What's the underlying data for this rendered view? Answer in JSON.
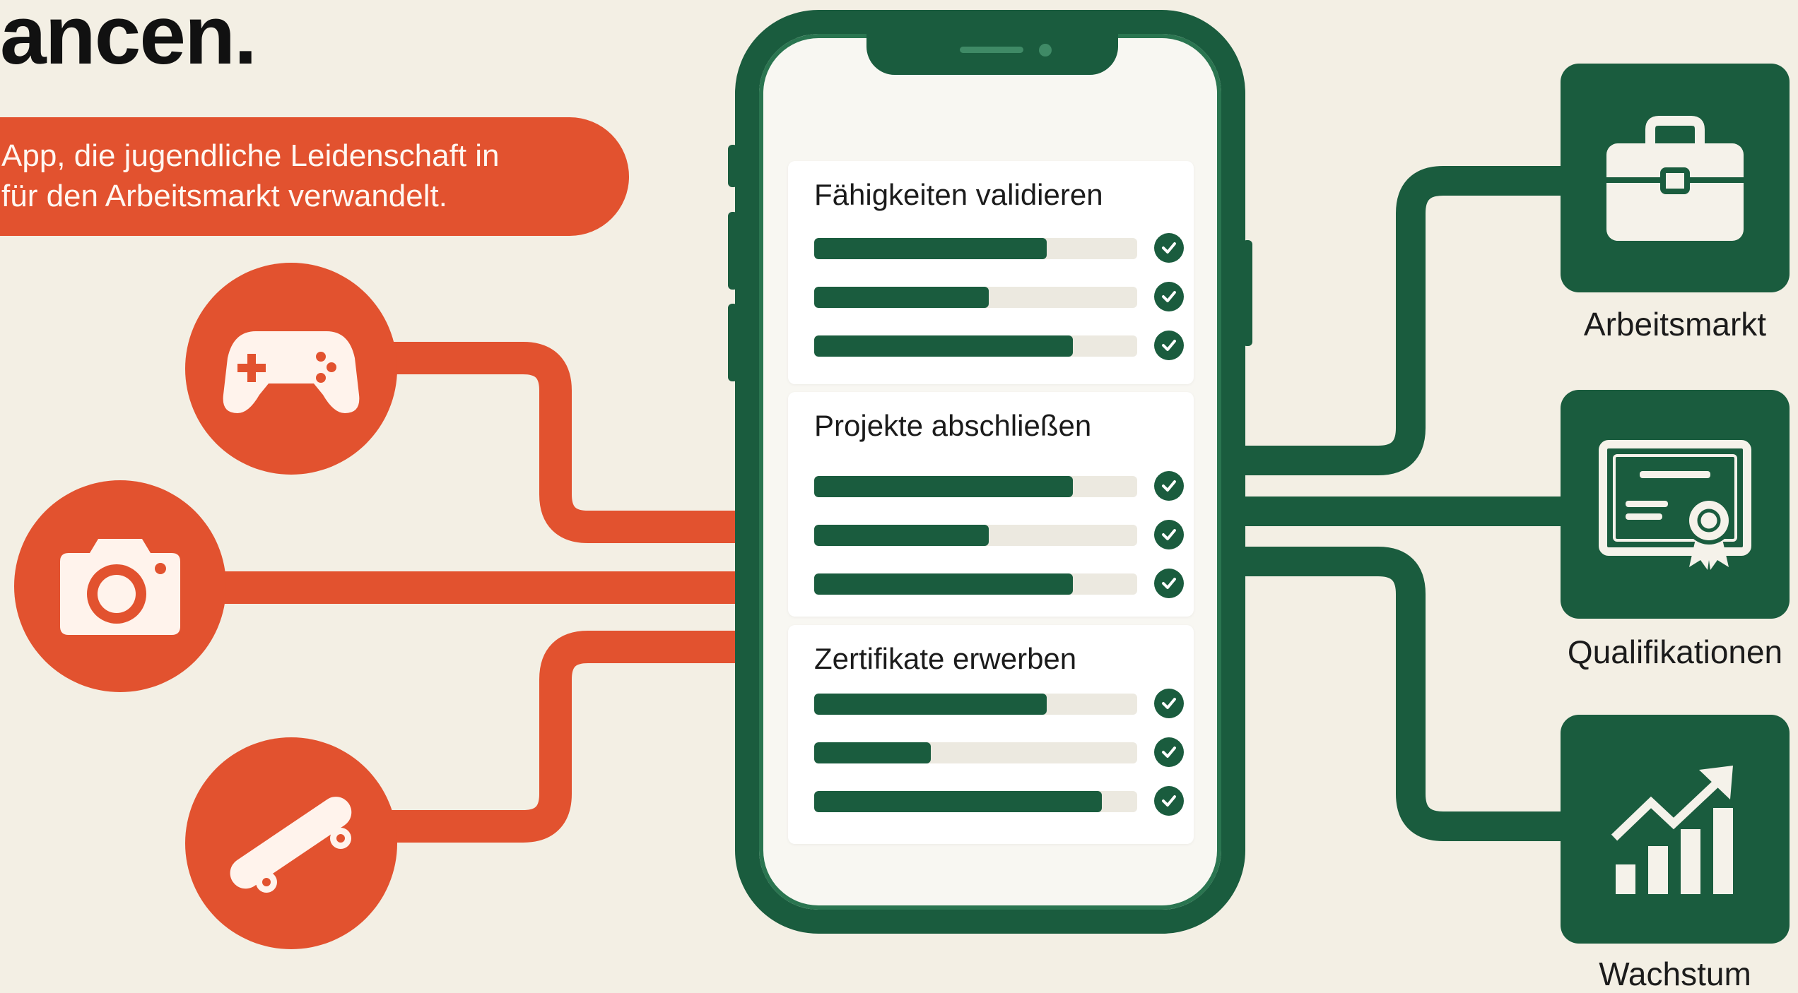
{
  "header": {
    "headline": "ancen.",
    "tagline_line1": "App, die jugendliche Leidenschaft in",
    "tagline_line2": "für den Arbeitsmarkt verwandelt."
  },
  "colors": {
    "accent_orange": "#e2522f",
    "brand_green": "#1a5c3e",
    "background": "#f3efe4"
  },
  "hobbies": [
    {
      "icon": "gamepad-icon"
    },
    {
      "icon": "camera-icon"
    },
    {
      "icon": "skateboard-icon"
    }
  ],
  "phone": {
    "cards": [
      {
        "title": "Fähigkeiten validieren",
        "progress": [
          0.72,
          0.54,
          0.8
        ],
        "icon": "check-circle-icon"
      },
      {
        "title": "Projekte abschließen",
        "progress": [
          0.8,
          0.54,
          0.8
        ],
        "icon": "check-circle-icon"
      },
      {
        "title": "Zertifikate erwerben",
        "progress": [
          0.72,
          0.36,
          0.89
        ],
        "icon": "check-circle-icon"
      }
    ]
  },
  "outcomes": [
    {
      "label": "Arbeitsmarkt",
      "icon": "briefcase-icon"
    },
    {
      "label": "Qualifikationen",
      "icon": "certificate-icon"
    },
    {
      "label": "Wachstum",
      "icon": "growth-chart-icon"
    }
  ]
}
